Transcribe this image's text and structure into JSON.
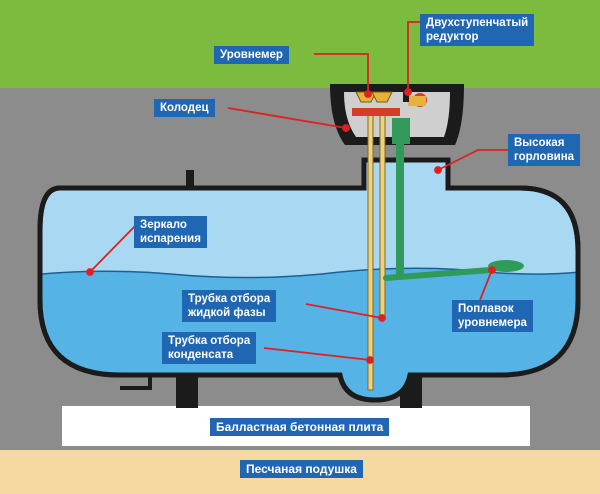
{
  "labels": {
    "reducer": [
      "Двухступенчатый",
      "редуктор"
    ],
    "level_gauge": [
      "Уровнемер"
    ],
    "well": [
      "Колодец"
    ],
    "high_neck": [
      "Высокая",
      "горловина"
    ],
    "evaporation_mirror": [
      "Зеркало",
      "испарения"
    ],
    "liquid_tube": [
      "Трубка отбора",
      "жидкой фазы"
    ],
    "float": [
      "Поплавок",
      "уровнемера"
    ],
    "condensate_tube": [
      "Трубка отбора",
      "конденсата"
    ],
    "ballast_slab": "Балластная бетонная плита",
    "sand_cushion": "Песчаная подушка"
  },
  "colors": {
    "grass": "#7dbb3f",
    "soil": "#8c8c8c",
    "sand": "#f6d9a0",
    "slab": "#ffffff",
    "tank_gas": "#a9d8f2",
    "tank_liquid": "#55b4e5",
    "outline": "#1b1b1b",
    "label_bg": "#2067b3",
    "leader": "#e02020",
    "gauge_pipe": "#2f9a5a",
    "tube": "#f1d27a"
  }
}
